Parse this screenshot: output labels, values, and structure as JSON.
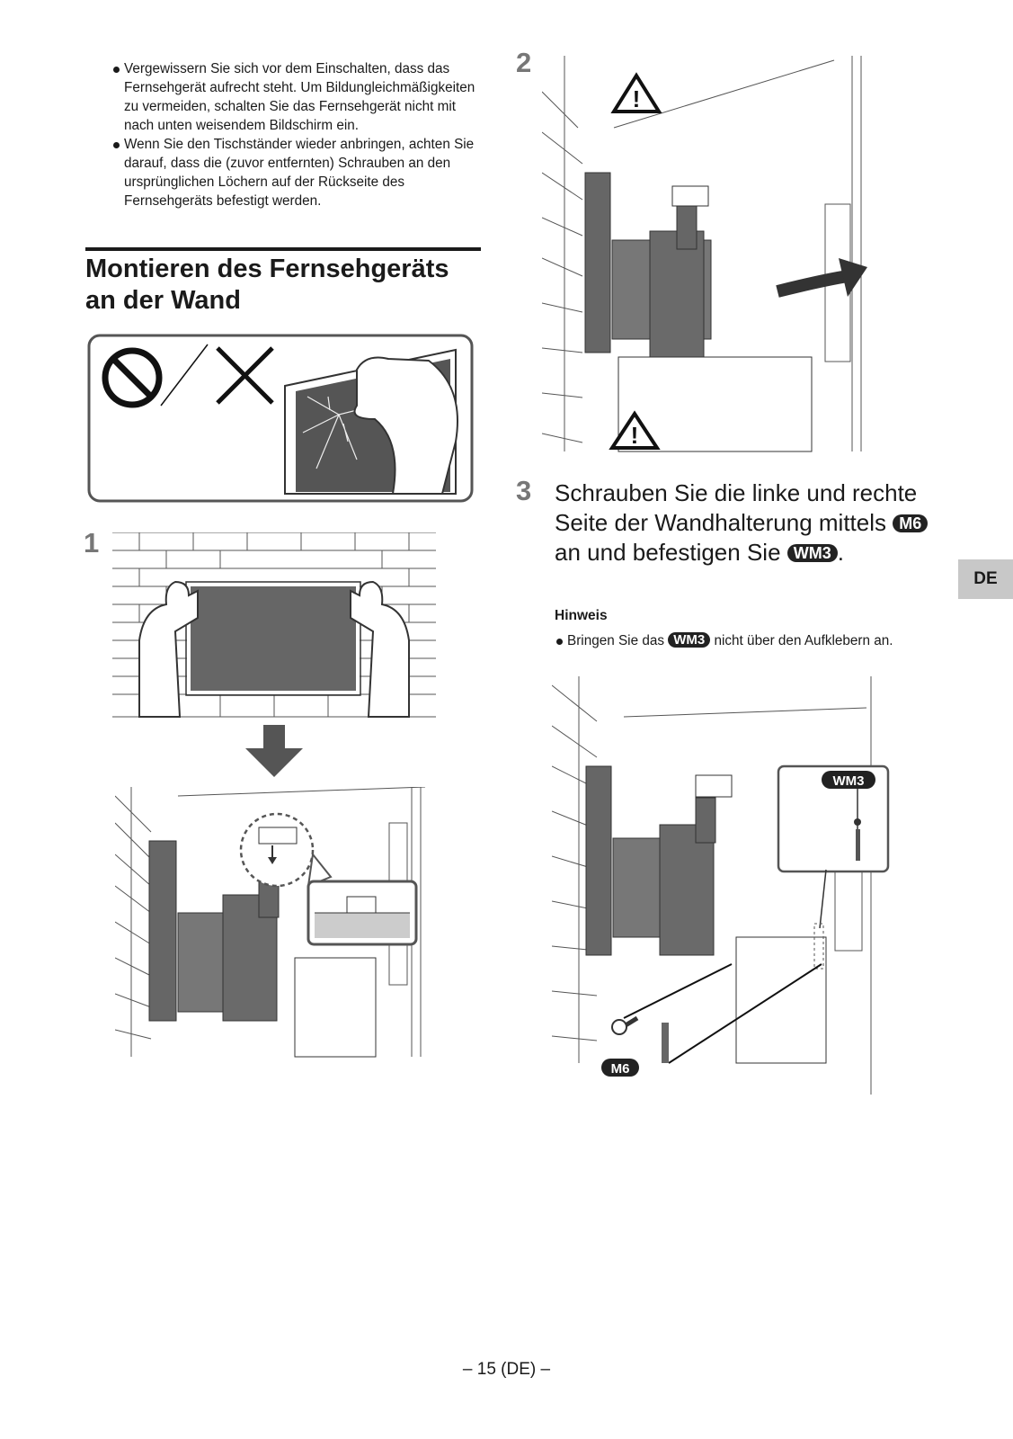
{
  "bullets": [
    "Vergewissern Sie sich vor dem Einschalten, dass das Fernsehgerät aufrecht steht. Um Bildungleichmäßigkeiten zu vermeiden, schalten Sie das Fernsehgerät nicht mit nach unten weisendem Bildschirm ein.",
    "Wenn Sie den Tischständer wieder anbringen, achten Sie darauf, dass die (zuvor entfernten) Schrauben an den ursprünglichen Löchern auf der Rückseite des Fernsehgeräts befestigt werden."
  ],
  "section_title": "Montieren des Fernsehgeräts an der Wand",
  "steps": {
    "step1": "1",
    "step2": "2",
    "step3": "3"
  },
  "step3_text": {
    "part1": "Schrauben Sie die linke und rechte Seite der Wandhalterung mittels",
    "part2": "an und befestigen Sie",
    "part3": "."
  },
  "labels": {
    "m6": "M6",
    "wm3": "WM3"
  },
  "hinweis": "Hinweis",
  "note": {
    "part1": "Bringen Sie das",
    "part2": "nicht über den Aufklebern an."
  },
  "lang_tab": "DE",
  "footer": "– 15 (DE) –",
  "icons": [
    "prohibited-icon",
    "cross-icon",
    "warning-icon",
    "down-arrow-icon",
    "curved-arrow-icon"
  ]
}
